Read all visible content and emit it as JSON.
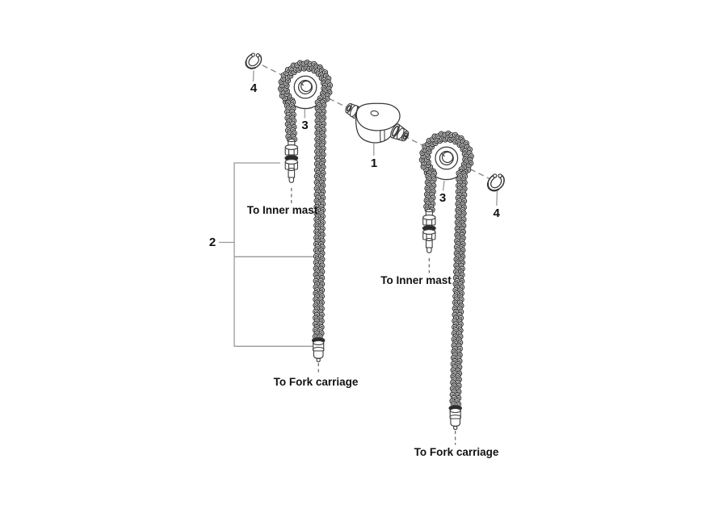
{
  "diagram": {
    "type": "exploded-parts-diagram",
    "subject": "lift chain and pulley assembly",
    "background": "#ffffff",
    "line_color": "#3a3a3a",
    "leader_color": "#9a9a9a",
    "parts": {
      "anchor_block": {
        "callout": "1"
      },
      "chain": {
        "callout": "2"
      },
      "pulley": {
        "callout": "3"
      },
      "retaining_ring": {
        "callout": "4"
      }
    },
    "annotations": {
      "to_inner_mast": "To Inner mast",
      "to_fork_carriage": "To Fork carriage"
    }
  }
}
